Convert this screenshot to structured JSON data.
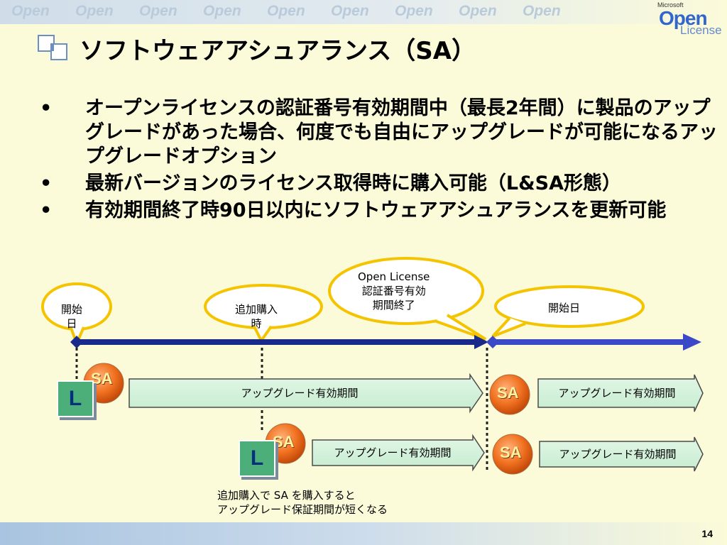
{
  "header": {
    "watermark_text": "Open",
    "logo": {
      "small": "Microsoft",
      "big": "Open",
      "sub": "License"
    }
  },
  "title": "ソフトウェアアシュアランス（SA）",
  "bullets": [
    {
      "marker": "•",
      "text": "オープンライセンスの認証番号有効期間中（最長2年間）に製品のアップグレードがあった場合、何度でも自由にアップグレードが可能になるアップグレードオプション"
    },
    {
      "marker": "•",
      "text": "最新バージョンのライセンス取得時に購入可能（L&SA形態）"
    },
    {
      "marker": "•",
      "text": "有効期間終了時90日以内にソフトウェアアシュアランスを更新可能"
    }
  ],
  "diagram": {
    "callouts": {
      "start": [
        "開始",
        "日"
      ],
      "additional": [
        "追加購入",
        "時"
      ],
      "expire": [
        "Open License",
        "認証番号有効",
        "期間終了"
      ],
      "next_start": [
        "開始日"
      ]
    },
    "arrow_label": "アップグレード有効期間",
    "l_label": "L",
    "sa_label": "SA",
    "note": [
      "追加購入で SA を購入すると",
      "アップグレード保証期間が短くなる"
    ]
  },
  "page_number": "14"
}
